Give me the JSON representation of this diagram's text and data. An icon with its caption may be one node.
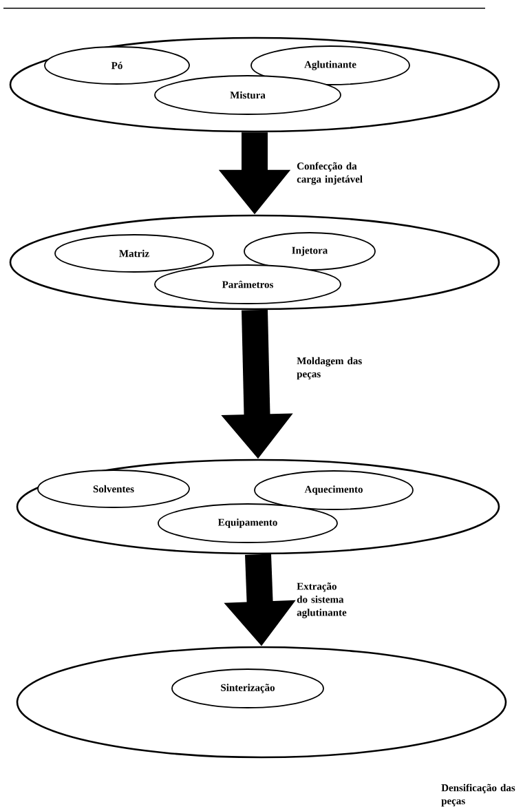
{
  "diagram": {
    "nodes": [
      {
        "text": [],
        "shape": "ellipse"
      },
      {
        "text": [
          "Pó"
        ],
        "in": 0
      },
      {
        "text": [
          "Aglutinante"
        ],
        "in": 0
      },
      {
        "text": [
          "Mistura"
        ],
        "in": 0
      },
      {
        "text": [],
        "shape": "ellipse"
      },
      {
        "text": [
          "Matriz"
        ],
        "in": 4
      },
      {
        "text": [
          "Injetora"
        ],
        "in": 4
      },
      {
        "text": [
          "Parâmetros"
        ],
        "in": 4
      },
      {
        "text": [],
        "shape": "ellipse"
      },
      {
        "text": [
          "Solventes"
        ],
        "in": 8
      },
      {
        "text": [
          "Aquecimento"
        ],
        "in": 8
      },
      {
        "text": [
          "Equipamento"
        ],
        "in": 8
      },
      {
        "text": [],
        "shape": "ellipse",
        "beside": [
          "Densificação das peças"
        ]
      },
      {
        "text": [
          "Sinterização"
        ],
        "in": 12
      }
    ],
    "edges": [
      {
        "from": 0,
        "to": 4,
        "arrow": "to",
        "label": "Confecção da carga injetável"
      },
      {
        "from": 4,
        "to": 8,
        "arrow": "to",
        "label": "Moldagem das peças"
      },
      {
        "from": 8,
        "to": 12,
        "arrow": "to",
        "label": "Extração do sistema aglutinante"
      }
    ]
  }
}
